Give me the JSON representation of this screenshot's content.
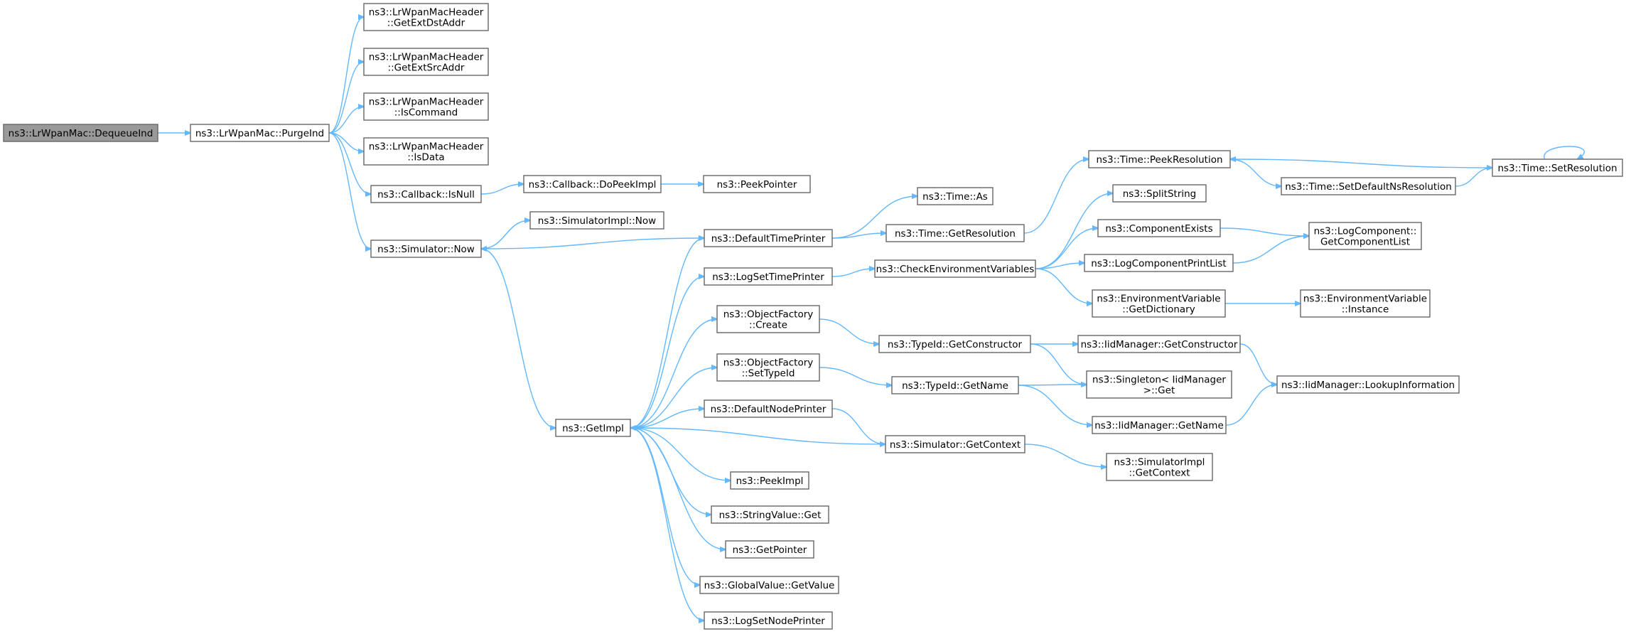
{
  "nodes": [
    {
      "id": "DequeueInd",
      "lines": [
        "ns3::LrWpanMac::DequeueInd"
      ],
      "root": true
    },
    {
      "id": "PurgeInd",
      "lines": [
        "ns3::LrWpanMac::PurgeInd"
      ]
    },
    {
      "id": "GetExtDstAddr",
      "lines": [
        "ns3::LrWpanMacHeader",
        "::GetExtDstAddr"
      ]
    },
    {
      "id": "GetExtSrcAddr",
      "lines": [
        "ns3::LrWpanMacHeader",
        "::GetExtSrcAddr"
      ]
    },
    {
      "id": "IsCommand",
      "lines": [
        "ns3::LrWpanMacHeader",
        "::IsCommand"
      ]
    },
    {
      "id": "IsData",
      "lines": [
        "ns3::LrWpanMacHeader",
        "::IsData"
      ]
    },
    {
      "id": "IsNull",
      "lines": [
        "ns3::Callback::IsNull"
      ]
    },
    {
      "id": "DoPeekImpl",
      "lines": [
        "ns3::Callback::DoPeekImpl"
      ]
    },
    {
      "id": "PeekPointer",
      "lines": [
        "ns3::PeekPointer"
      ]
    },
    {
      "id": "SimNow",
      "lines": [
        "ns3::Simulator::Now"
      ]
    },
    {
      "id": "SimImplNow",
      "lines": [
        "ns3::SimulatorImpl::Now"
      ]
    },
    {
      "id": "GetImpl",
      "lines": [
        "ns3::GetImpl"
      ]
    },
    {
      "id": "DefaultTimePrinter",
      "lines": [
        "ns3::DefaultTimePrinter"
      ]
    },
    {
      "id": "LogSetTimePrinter",
      "lines": [
        "ns3::LogSetTimePrinter"
      ]
    },
    {
      "id": "OFCreate",
      "lines": [
        "ns3::ObjectFactory",
        "::Create"
      ]
    },
    {
      "id": "OFSetTypeId",
      "lines": [
        "ns3::ObjectFactory",
        "::SetTypeId"
      ]
    },
    {
      "id": "DefaultNodePrinter",
      "lines": [
        "ns3::DefaultNodePrinter"
      ]
    },
    {
      "id": "PeekImpl",
      "lines": [
        "ns3::PeekImpl"
      ]
    },
    {
      "id": "StringValueGet",
      "lines": [
        "ns3::StringValue::Get"
      ]
    },
    {
      "id": "GetPointer",
      "lines": [
        "ns3::GetPointer"
      ]
    },
    {
      "id": "GlobalValueGetValue",
      "lines": [
        "ns3::GlobalValue::GetValue"
      ]
    },
    {
      "id": "LogSetNodePrinter",
      "lines": [
        "ns3::LogSetNodePrinter"
      ]
    },
    {
      "id": "TimeAs",
      "lines": [
        "ns3::Time::As"
      ]
    },
    {
      "id": "TimeGetResolution",
      "lines": [
        "ns3::Time::GetResolution"
      ]
    },
    {
      "id": "CheckEnv",
      "lines": [
        "ns3::CheckEnvironmentVariables"
      ]
    },
    {
      "id": "TypeIdGetConstructor",
      "lines": [
        "ns3::TypeId::GetConstructor"
      ]
    },
    {
      "id": "TypeIdGetName",
      "lines": [
        "ns3::TypeId::GetName"
      ]
    },
    {
      "id": "SimGetContext",
      "lines": [
        "ns3::Simulator::GetContext"
      ]
    },
    {
      "id": "TimePeekResolution",
      "lines": [
        "ns3::Time::PeekResolution"
      ]
    },
    {
      "id": "TimeSetDefaultNsResolution",
      "lines": [
        "ns3::Time::SetDefaultNsResolution"
      ]
    },
    {
      "id": "TimeSetResolution",
      "lines": [
        "ns3::Time::SetResolution"
      ]
    },
    {
      "id": "SplitString",
      "lines": [
        "ns3::SplitString"
      ]
    },
    {
      "id": "ComponentExists",
      "lines": [
        "ns3::ComponentExists"
      ]
    },
    {
      "id": "LogComponentPrintList",
      "lines": [
        "ns3::LogComponentPrintList"
      ]
    },
    {
      "id": "EnvVarGetDictionary",
      "lines": [
        "ns3::EnvironmentVariable",
        "::GetDictionary"
      ]
    },
    {
      "id": "LogComponentGetList",
      "lines": [
        "ns3::LogComponent::",
        "GetComponentList"
      ]
    },
    {
      "id": "EnvVarInstance",
      "lines": [
        "ns3::EnvironmentVariable",
        "::Instance"
      ]
    },
    {
      "id": "IidGetConstructor",
      "lines": [
        "ns3::IidManager::GetConstructor"
      ]
    },
    {
      "id": "SingletonGet",
      "lines": [
        "ns3::Singleton< IidManager",
        ">::Get"
      ]
    },
    {
      "id": "IidGetName",
      "lines": [
        "ns3::IidManager::GetName"
      ]
    },
    {
      "id": "IidLookupInformation",
      "lines": [
        "ns3::IidManager::LookupInformation"
      ]
    },
    {
      "id": "SimImplGetContext",
      "lines": [
        "ns3::SimulatorImpl",
        "::GetContext"
      ]
    }
  ],
  "edges": [
    [
      "DequeueInd",
      "PurgeInd"
    ],
    [
      "PurgeInd",
      "GetExtDstAddr"
    ],
    [
      "PurgeInd",
      "GetExtSrcAddr"
    ],
    [
      "PurgeInd",
      "IsCommand"
    ],
    [
      "PurgeInd",
      "IsData"
    ],
    [
      "PurgeInd",
      "IsNull"
    ],
    [
      "PurgeInd",
      "SimNow"
    ],
    [
      "IsNull",
      "DoPeekImpl"
    ],
    [
      "DoPeekImpl",
      "PeekPointer"
    ],
    [
      "SimNow",
      "SimImplNow"
    ],
    [
      "SimNow",
      "GetImpl"
    ],
    [
      "DefaultTimePrinter",
      "SimNow"
    ],
    [
      "GetImpl",
      "DefaultTimePrinter"
    ],
    [
      "GetImpl",
      "LogSetTimePrinter"
    ],
    [
      "GetImpl",
      "OFCreate"
    ],
    [
      "GetImpl",
      "OFSetTypeId"
    ],
    [
      "GetImpl",
      "DefaultNodePrinter"
    ],
    [
      "GetImpl",
      "PeekImpl"
    ],
    [
      "GetImpl",
      "StringValueGet"
    ],
    [
      "GetImpl",
      "GetPointer"
    ],
    [
      "GetImpl",
      "GlobalValueGetValue"
    ],
    [
      "GetImpl",
      "LogSetNodePrinter"
    ],
    [
      "SimGetContext",
      "GetImpl"
    ],
    [
      "DefaultTimePrinter",
      "TimeAs"
    ],
    [
      "DefaultTimePrinter",
      "TimeGetResolution"
    ],
    [
      "LogSetTimePrinter",
      "CheckEnv"
    ],
    [
      "OFCreate",
      "TypeIdGetConstructor"
    ],
    [
      "OFSetTypeId",
      "TypeIdGetName"
    ],
    [
      "DefaultNodePrinter",
      "SimGetContext"
    ],
    [
      "TimeGetResolution",
      "TimePeekResolution"
    ],
    [
      "TimePeekResolution",
      "TimeSetDefaultNsResolution"
    ],
    [
      "TimeSetDefaultNsResolution",
      "TimeSetResolution"
    ],
    [
      "TimeSetResolution",
      "TimePeekResolution"
    ],
    [
      "TimeSetResolution",
      "TimeSetResolution"
    ],
    [
      "CheckEnv",
      "SplitString"
    ],
    [
      "CheckEnv",
      "ComponentExists"
    ],
    [
      "CheckEnv",
      "LogComponentPrintList"
    ],
    [
      "CheckEnv",
      "EnvVarGetDictionary"
    ],
    [
      "ComponentExists",
      "LogComponentGetList"
    ],
    [
      "LogComponentPrintList",
      "LogComponentGetList"
    ],
    [
      "EnvVarGetDictionary",
      "EnvVarInstance"
    ],
    [
      "TypeIdGetConstructor",
      "IidGetConstructor"
    ],
    [
      "TypeIdGetConstructor",
      "SingletonGet"
    ],
    [
      "TypeIdGetName",
      "SingletonGet"
    ],
    [
      "TypeIdGetName",
      "IidGetName"
    ],
    [
      "IidGetConstructor",
      "IidLookupInformation"
    ],
    [
      "IidGetName",
      "IidLookupInformation"
    ],
    [
      "SimGetContext",
      "SimImplGetContext"
    ]
  ]
}
